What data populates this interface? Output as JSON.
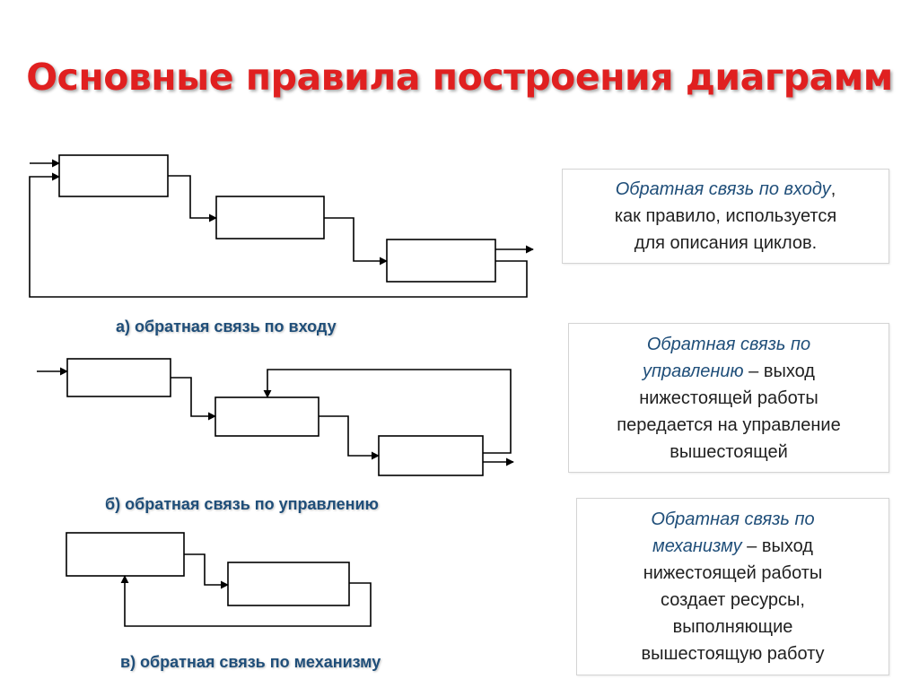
{
  "title": "Основные правила построения диаграмм",
  "colors": {
    "title": "#e02020",
    "caption": "#1f4e79",
    "accent_text": "#1f4e79",
    "line": "#000000"
  },
  "captions": {
    "a": "а) обратная связь по входу",
    "b": "б) обратная связь по управлению",
    "c": "в) обратная связь по механизму"
  },
  "notes": {
    "input": {
      "line1_em": "Обратная связь по входу",
      "line1_rest": ",",
      "line2": "как правило, используется",
      "line3": "для описания циклов."
    },
    "control": {
      "line1_em": "Обратная связь по",
      "line2_em": "управлению",
      "line2_rest": " – выход",
      "line3": "нижестоящей работы",
      "line4": "передается на управление",
      "line5": "вышестоящей"
    },
    "mechanism": {
      "line1_em": "Обратная связь по",
      "line2_em": "механизму",
      "line2_rest": " – выход",
      "line3": "нижестоящей работы",
      "line4": "создает ресурсы,",
      "line5": "выполняющие",
      "line6": "вышестоящую работу"
    }
  }
}
